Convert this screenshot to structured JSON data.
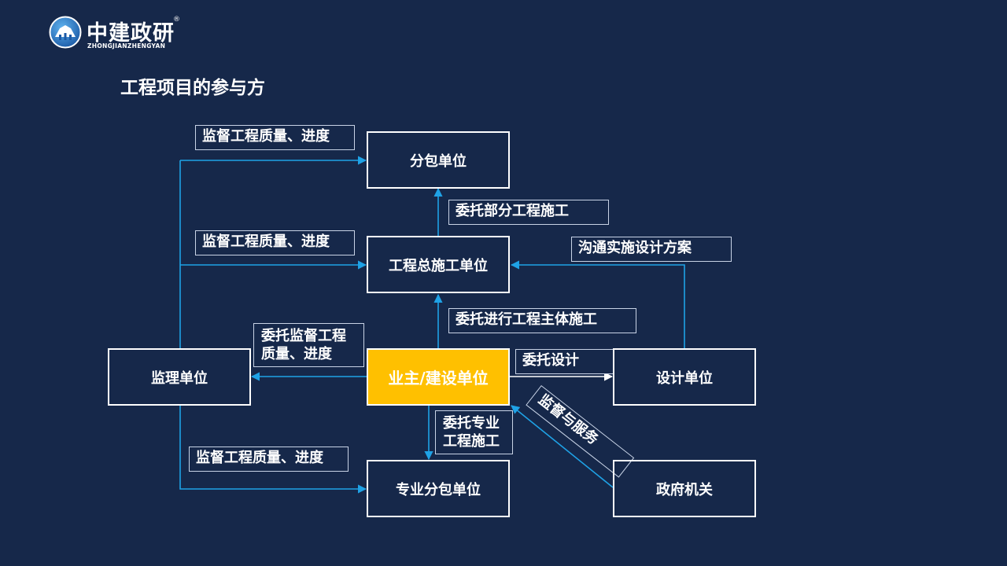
{
  "logo": {
    "name_cn": "中建政研",
    "name_en": "ZHONGJIANZHENGYAN",
    "reg_mark": "®"
  },
  "page_title": "工程项目的参与方",
  "nodes": {
    "subcontractor": "分包单位",
    "general_contractor": "工程总施工单位",
    "owner": "业主/建设单位",
    "supervisor": "监理单位",
    "designer": "设计单位",
    "specialty_subcontractor": "专业分包单位",
    "government": "政府机关"
  },
  "edge_labels": {
    "supervise_subcontractor": "监督工程质量、进度",
    "supervise_general": "监督工程质量、进度",
    "supervise_specialty": "监督工程质量、进度",
    "entrust_supervision_line1": "委托监督工程",
    "entrust_supervision_line2": "质量、进度",
    "entrust_partial": "委托部分工程施工",
    "entrust_main": "委托进行工程主体施工",
    "communicate_design": "沟通实施设计方案",
    "entrust_design": "委托设计",
    "entrust_specialty_line1": "委托专业",
    "entrust_specialty_line2": "工程施工",
    "supervise_service": "监督与服务"
  },
  "colors": {
    "background": "#16284a",
    "arrow": "#1fa2e6",
    "owner_fill": "#ffc000",
    "node_border": "#ffffff"
  }
}
